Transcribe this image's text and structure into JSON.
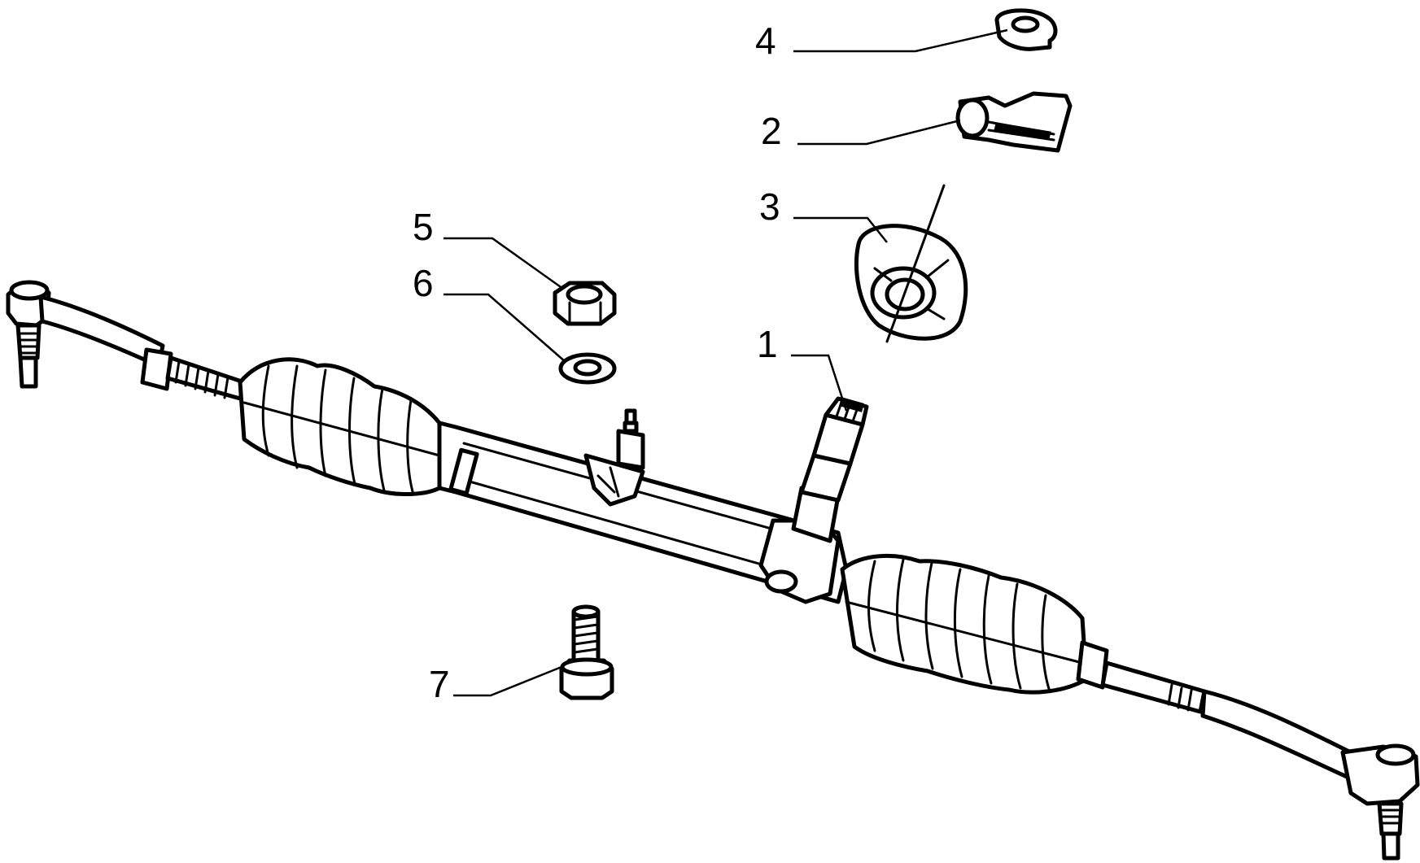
{
  "diagram": {
    "callouts": [
      {
        "number": "1",
        "part": "pinion-shaft"
      },
      {
        "number": "2",
        "part": "clamp-bracket"
      },
      {
        "number": "3",
        "part": "pinion-seal-boot"
      },
      {
        "number": "4",
        "part": "clip"
      },
      {
        "number": "5",
        "part": "nut"
      },
      {
        "number": "6",
        "part": "washer"
      },
      {
        "number": "7",
        "part": "bolt"
      }
    ]
  }
}
